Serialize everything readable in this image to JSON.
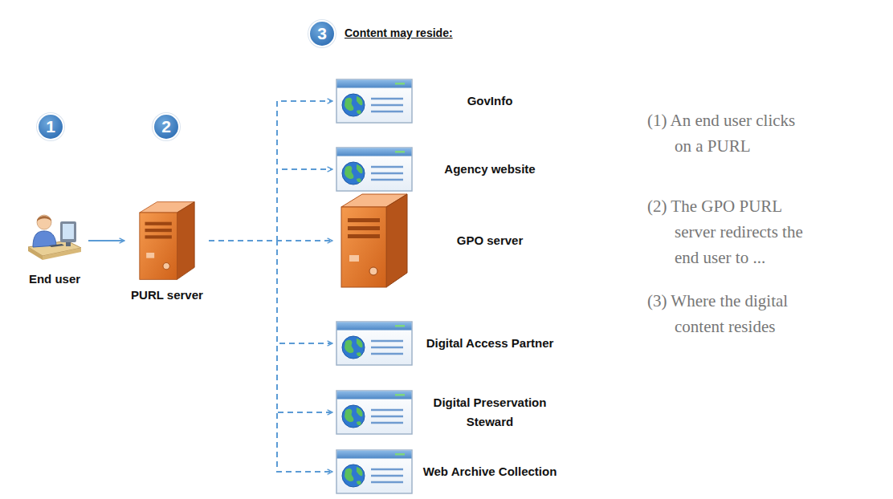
{
  "diagram": {
    "nodes": [
      {
        "text": [
          "End user"
        ]
      },
      {
        "text": [
          "PURL server"
        ]
      },
      {
        "text": [
          "GovInfo"
        ]
      },
      {
        "text": [
          "Agency website"
        ]
      },
      {
        "text": [
          "GPO server"
        ]
      },
      {
        "text": [
          "Digital Access Partner"
        ]
      },
      {
        "text": [
          "Digital Preservation Steward"
        ]
      },
      {
        "text": [
          "Web Archive Collection"
        ]
      }
    ],
    "edges": [
      {
        "from": 0,
        "to": 1,
        "arrow": "to"
      },
      {
        "from": 1,
        "to": 2,
        "arrow": "to"
      },
      {
        "from": 1,
        "to": 3,
        "arrow": "to"
      },
      {
        "from": 1,
        "to": 4,
        "arrow": "to"
      },
      {
        "from": 1,
        "to": 5,
        "arrow": "to"
      },
      {
        "from": 1,
        "to": 6,
        "arrow": "to"
      },
      {
        "from": 1,
        "to": 7,
        "arrow": "to"
      }
    ],
    "labels": [
      "1",
      "2",
      "3",
      "Content may reside:",
      "(1) An end user clicks on a PURL",
      "(2) The GPO PURL server redirects the end user to ...",
      "(3) Where the digital content resides"
    ]
  }
}
